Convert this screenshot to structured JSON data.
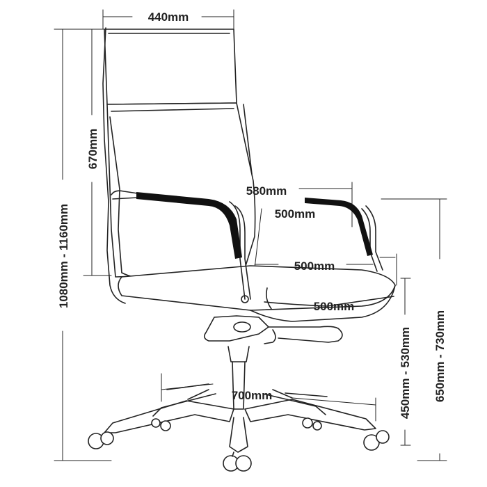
{
  "colors": {
    "line": "#222222",
    "armrest": "#111111",
    "background": "#ffffff"
  },
  "dimensions": {
    "width_top": "440mm",
    "back_height": "670mm",
    "total_height": "1080mm - 1160mm",
    "arm_outer_width": "580mm",
    "arm_inner_width": "500mm",
    "seat_width": "500mm",
    "seat_depth": "500mm",
    "base_width": "700mm",
    "seat_height": "450mm - 530mm",
    "arm_height": "650mm - 730mm"
  }
}
